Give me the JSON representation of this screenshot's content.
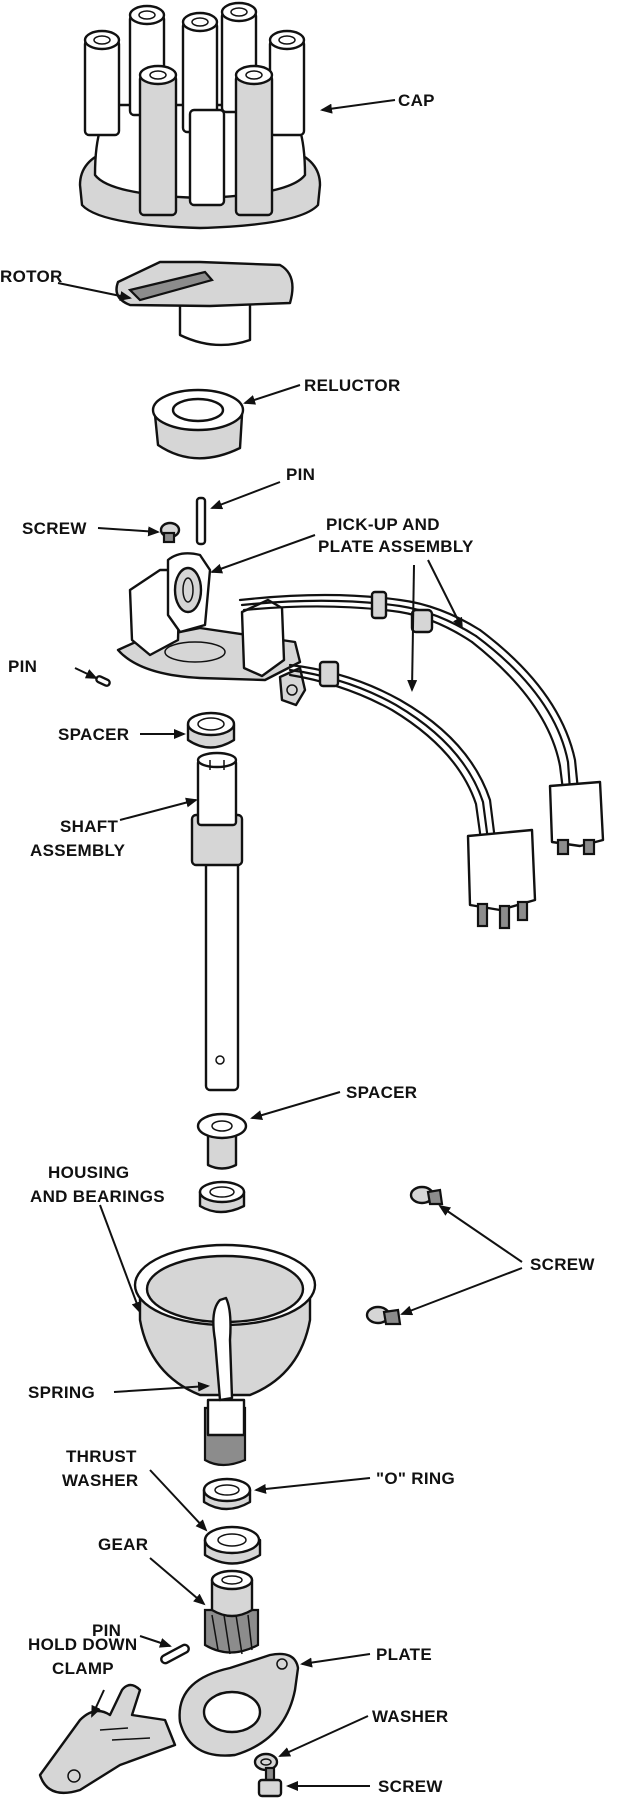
{
  "labels": {
    "cap": "CAP",
    "rotor": "ROTOR",
    "reluctor": "RELUCTOR",
    "pin_top": "PIN",
    "screw_top": "SCREW",
    "pickup_line1": "PICK-UP AND",
    "pickup_line2": "PLATE ASSEMBLY",
    "pin_left": "PIN",
    "spacer_top": "SPACER",
    "shaft_line1": "SHAFT",
    "shaft_line2": "ASSEMBLY",
    "spacer_mid": "SPACER",
    "housing_line1": "HOUSING",
    "housing_line2": "AND BEARINGS",
    "screw_mid": "SCREW",
    "spring": "SPRING",
    "thrust_line1": "THRUST",
    "thrust_line2": "WASHER",
    "o_ring": "\"O\" RING",
    "gear": "GEAR",
    "pin_bottom": "PIN",
    "hold_line1": "HOLD DOWN",
    "hold_line2": "CLAMP",
    "plate": "PLATE",
    "washer": "WASHER",
    "screw_bottom": "SCREW"
  }
}
